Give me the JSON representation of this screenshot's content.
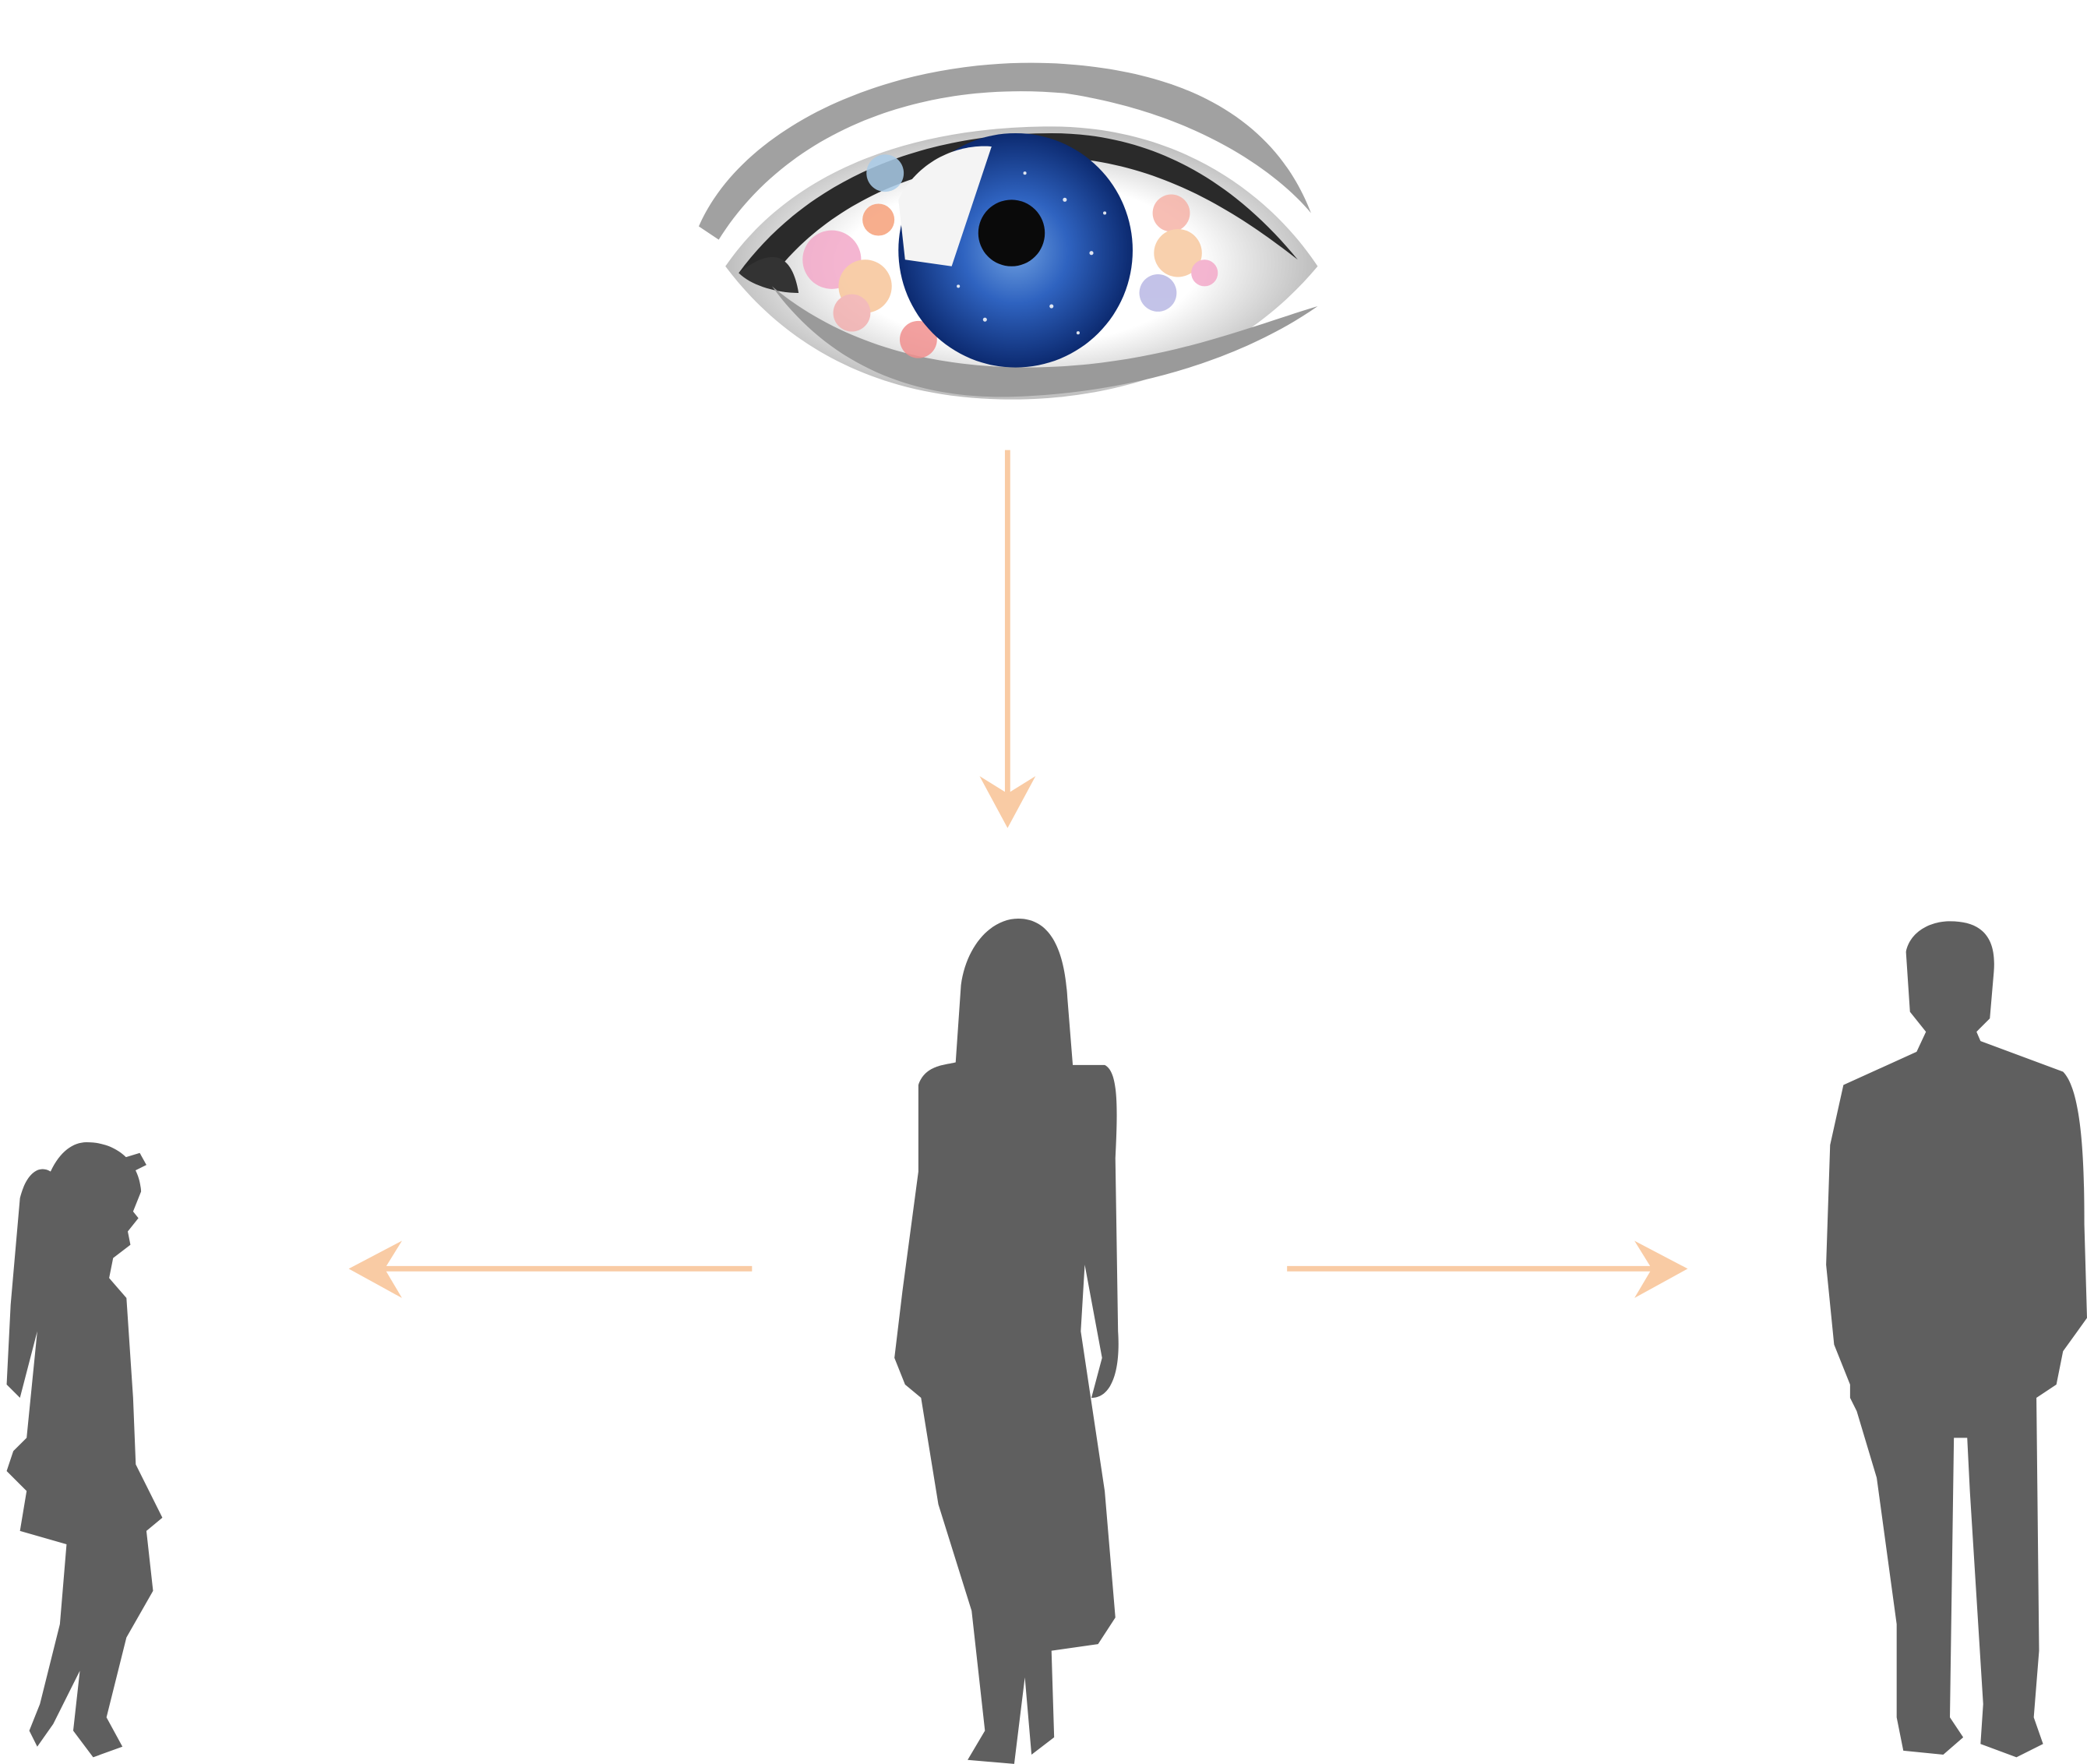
{
  "diagram": {
    "nodes": [
      {
        "id": "eye",
        "icon": "eye-icon"
      },
      {
        "id": "woman",
        "icon": "woman-silhouette-icon"
      },
      {
        "id": "girl",
        "icon": "girl-silhouette-icon"
      },
      {
        "id": "man",
        "icon": "man-silhouette-icon"
      }
    ],
    "edges": [
      {
        "from": "eye",
        "to": "woman"
      },
      {
        "from": "woman",
        "to": "girl"
      },
      {
        "from": "woman",
        "to": "man"
      }
    ]
  },
  "colors": {
    "arrow": "#f9cba4",
    "silhouette": "#5f5f5f",
    "iris": "#1f4fa8",
    "background": "#ffffff"
  }
}
